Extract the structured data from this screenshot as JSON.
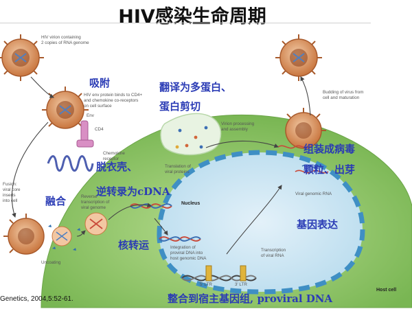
{
  "title": "HIV感染生命周期",
  "reference": "Genetics, 2004,5:52-61.",
  "labels": {
    "virion": [
      "HIV virion containing",
      "2 copies of RNA genome"
    ],
    "env_binding": [
      "HIV env protein binds to CD4+",
      "and chemokine co-receptors",
      "on cell surface"
    ],
    "env": "Env",
    "cd4": "CD4",
    "chemokine": [
      "Chemokine",
      "receptor"
    ],
    "fusion": [
      "Fusion:",
      "viral core",
      "inserts",
      "into cell"
    ],
    "reverse_transcription": [
      "Reverse",
      "transcription of",
      "viral genome"
    ],
    "uncoating": "Uncoating",
    "nucleus": "Nucleus",
    "integration": [
      "Integration of",
      "proviral DNA into",
      "host genomic DNA"
    ],
    "ltr5": "5′ LTR",
    "ltr3": "3′ LTR",
    "transcription": [
      "Transcription",
      "of viral RNA"
    ],
    "viral_genomic_rna": "Viral genomic RNA",
    "translation": [
      "Translation of",
      "viral proteins"
    ],
    "processing": [
      "Virion processing",
      "and assembly"
    ],
    "budding": [
      "Budding of virus from",
      "cell and maturation"
    ],
    "host_cell": "Host cell"
  },
  "annotations": {
    "adsorption": "吸附",
    "translation_line1": "翻译为多蛋白、",
    "translation_line2": "蛋白剪切",
    "assembly_line1": "组装成病毒",
    "assembly_line2": "颗粒、出芽",
    "uncoating_line1": "脱衣壳、",
    "uncoating_line2": "逆转录为cDNA",
    "fusion": "融合",
    "nuclear_transport": "核转运",
    "gene_expression": "基因表达",
    "integration": "整合到宿主基因组, proviral DNA"
  },
  "colors": {
    "cell": "#8fc66a",
    "nucleus": "#cfe6f3",
    "virion": "#cf7b45",
    "annotation": "#2a3bb5"
  }
}
